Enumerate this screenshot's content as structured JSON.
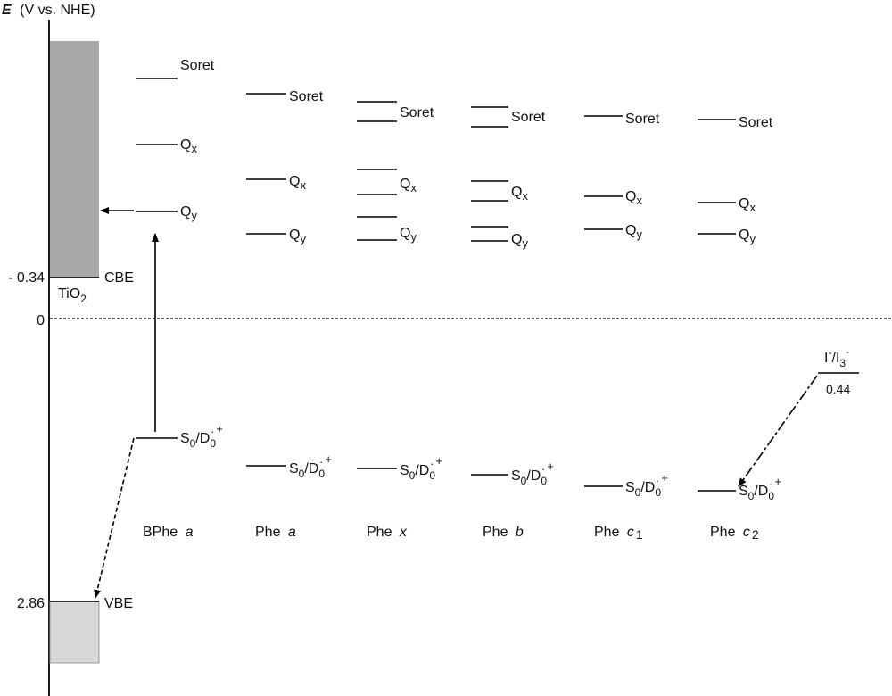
{
  "axis": {
    "label_symbol": "E",
    "label_units": "(V vs. NHE)",
    "tick_cbe": "- 0.34",
    "tick_zero": "0",
    "tick_vbe": "2.86"
  },
  "tio2": {
    "name_main": "TiO",
    "name_sub": "2",
    "cbe_label": "CBE",
    "vbe_label": "VBE",
    "cb_color": "#a9a9a9",
    "vb_color": "#d8d8d8"
  },
  "redox": {
    "couple_I": "I",
    "couple_sup1": "-",
    "couple_sep": "/I",
    "couple_sub": "3",
    "couple_sup2": "-",
    "value": "0.44"
  },
  "state_labels": {
    "soret": "Soret",
    "q": "Q",
    "qx_sub": "x",
    "qy_sub": "y",
    "s": "S",
    "s_sub": "0",
    "d": "/D",
    "d_sub": "0",
    "dot": "·",
    "plus": "+"
  },
  "compounds": [
    {
      "name": "BPhe",
      "suffix": "a",
      "suffix_sub": ""
    },
    {
      "name": "Phe",
      "suffix": "a",
      "suffix_sub": ""
    },
    {
      "name": "Phe",
      "suffix": "x",
      "suffix_sub": ""
    },
    {
      "name": "Phe",
      "suffix": "b",
      "suffix_sub": ""
    },
    {
      "name": "Phe",
      "suffix": "c",
      "suffix_sub": "1"
    },
    {
      "name": "Phe",
      "suffix": "c",
      "suffix_sub": "2"
    }
  ]
}
